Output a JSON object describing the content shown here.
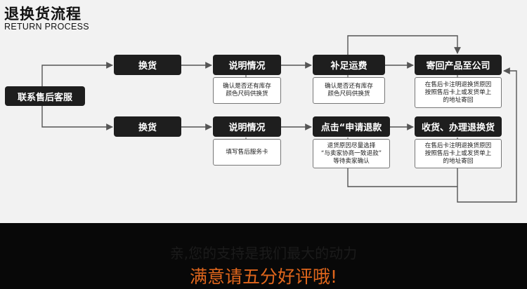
{
  "header": {
    "title": "退换货流程",
    "subtitle": "RETURN PROCESS"
  },
  "nodes": {
    "contact": "联系售后客服",
    "exchange_top": "换货",
    "explain_top": "说明情况",
    "shipping": "补足运费",
    "send_back": "寄回产品至公司",
    "exchange_bottom": "换货",
    "explain_bottom": "说明情况",
    "apply_refund": "点击“申请退款",
    "receive_refund": "收货、办理退换货"
  },
  "notes": {
    "explain_top": "确认是否还有库存\n颜色尺码供换货",
    "shipping": "确认是否还有库存\n颜色尺码供换货",
    "send_back": "在售后卡注明退换货原因\n按照售后卡上或发货单上\n的地址寄回",
    "explain_bottom": "填写售后服务卡",
    "apply_refund": "退货原因尽量选择\n“与卖家协商一致退款”\n等待卖家确认",
    "receive_refund": "在售后卡注明退换货原因\n按照售后卡上或发货单上\n的地址寄回"
  },
  "footer": {
    "line1": "亲,您的支持是我们最大的动力",
    "line2": "满意请五分好评哦!"
  },
  "colors": {
    "node_bg": "#1e1e1e",
    "accent_orange": "#e0661c",
    "line": "#555555"
  }
}
